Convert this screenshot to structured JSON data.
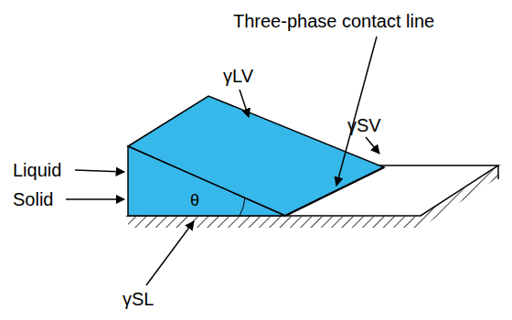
{
  "diagram": {
    "labels": [
      "Three-phase contact line",
      "γLV",
      "γSV",
      "Liquid",
      "θ",
      "Solid",
      "γSL"
    ]
  }
}
